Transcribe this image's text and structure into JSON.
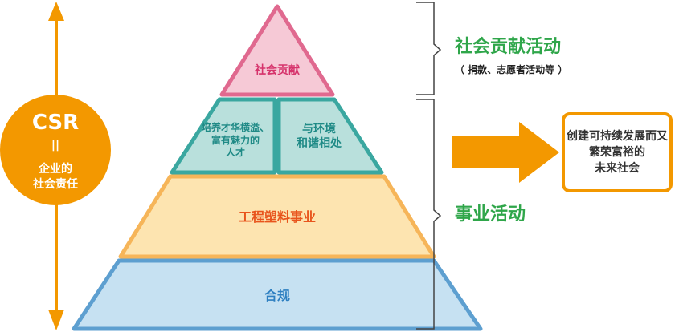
{
  "csr": {
    "acronym": "CSR",
    "equals": "||",
    "line1": "企业的",
    "line2": "社会责任"
  },
  "pyramid": {
    "top": "社会贡献",
    "middle_left": [
      "培养才华横溢、",
      "富有魅力的",
      "人才"
    ],
    "middle_right": [
      "与环境",
      "和谐相处"
    ],
    "lower": "工程塑料事业",
    "base": "合规"
  },
  "social_activity": {
    "title": "社会贡献活动",
    "subtitle": "（ 捐款、志愿者活动等 ）"
  },
  "business_activity": {
    "title": "事业活动"
  },
  "goal": {
    "lines": [
      "创建可持续发展而又",
      "繁荣富裕的",
      "未来社会"
    ]
  },
  "colors": {
    "orange": "#f39800",
    "pink_fill": "#f6c9d6",
    "pink_border": "#e0698f",
    "teal_fill": "#b9e0dc",
    "teal_border": "#3aa7a0",
    "yellow_fill": "#fde4b0",
    "yellow_border": "#f6b559",
    "blue_fill": "#c6e1f2",
    "blue_border": "#5d9fd0",
    "green_text": "#2fa64a"
  }
}
